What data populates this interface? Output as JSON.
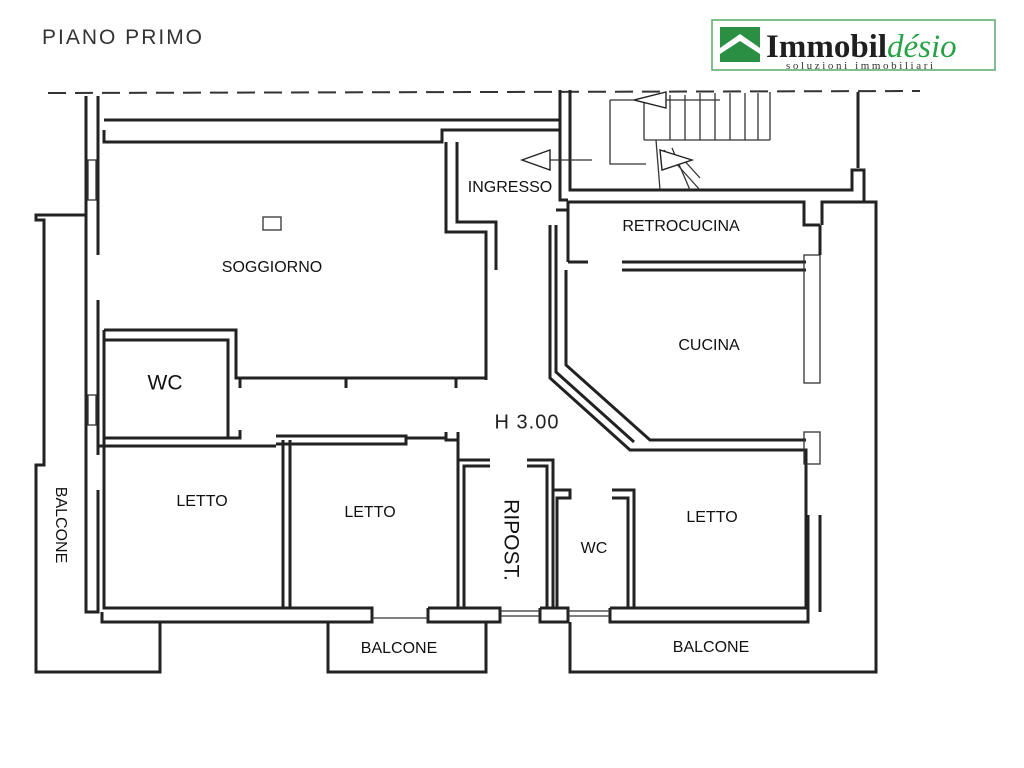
{
  "floor_title": "PIANO PRIMO",
  "height_label": "H 3.00",
  "logo": {
    "brand_primary": "Immobil",
    "brand_accent": "désio",
    "tagline": "soluzioni immobiliari",
    "accent_color": "#28a247",
    "frame_color": "#5aa86a",
    "icon": "house-roof-icon"
  },
  "rooms": {
    "soggiorno": "SOGGIORNO",
    "ingresso": "INGRESSO",
    "retrocucina": "RETROCUCINA",
    "cucina": "CUCINA",
    "wc_left": "WC",
    "wc_center": "WC",
    "letto_1": "LETTO",
    "letto_2": "LETTO",
    "letto_3": "LETTO",
    "ripost": "RIPOST.",
    "balcone_left": "BALCONE",
    "balcone_center": "BALCONE",
    "balcone_right": "BALCONE"
  }
}
